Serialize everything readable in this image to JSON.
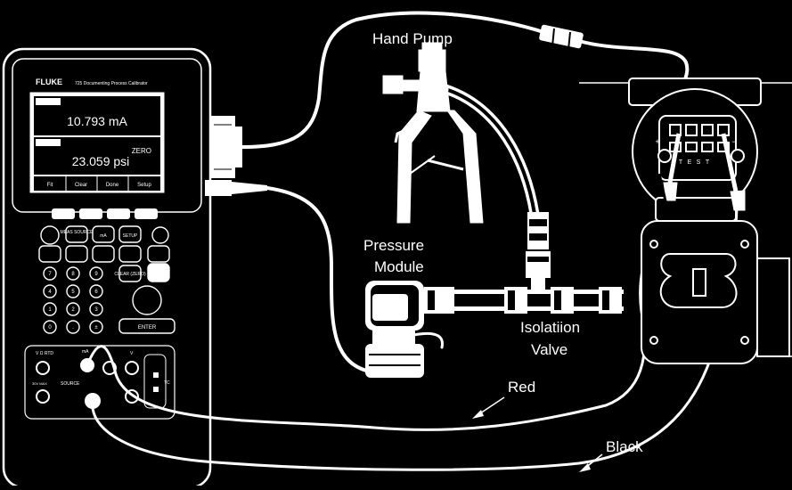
{
  "labels": {
    "hand_pump": "Hand Pump",
    "pressure_module_line1": "Pressure",
    "pressure_module_line2": "Module",
    "isolation_valve_line1": "Isolatiion",
    "isolation_valve_line2": "Valve",
    "red": "Red",
    "black": "Black"
  },
  "calibrator": {
    "brand": "FLUKE",
    "model": "725 Documenting Process Calibrator",
    "reading_1": "10.793 mA",
    "reading_2": "23.059 psi",
    "reading_2_status": "ZERO",
    "softkeys": [
      "Fit",
      "Clear",
      "Done",
      "Setup"
    ],
    "keys": {
      "meas_source": "MEAS SOURCE",
      "ma": "mA",
      "setup": "SETUP",
      "clear": "CLEAR (ZERO)",
      "enter": "ENTER",
      "digits": [
        "7",
        "8",
        "9",
        "4",
        "5",
        "6",
        "1",
        "2",
        "3",
        "0",
        ".",
        "±"
      ]
    },
    "jacks": [
      "V Ω RTD",
      "mA",
      "V",
      "30V MAX",
      "SOURCE",
      "TC"
    ]
  },
  "transmitter": {
    "terminals": [
      "+",
      "−",
      "T",
      "E",
      "S",
      "T"
    ]
  }
}
